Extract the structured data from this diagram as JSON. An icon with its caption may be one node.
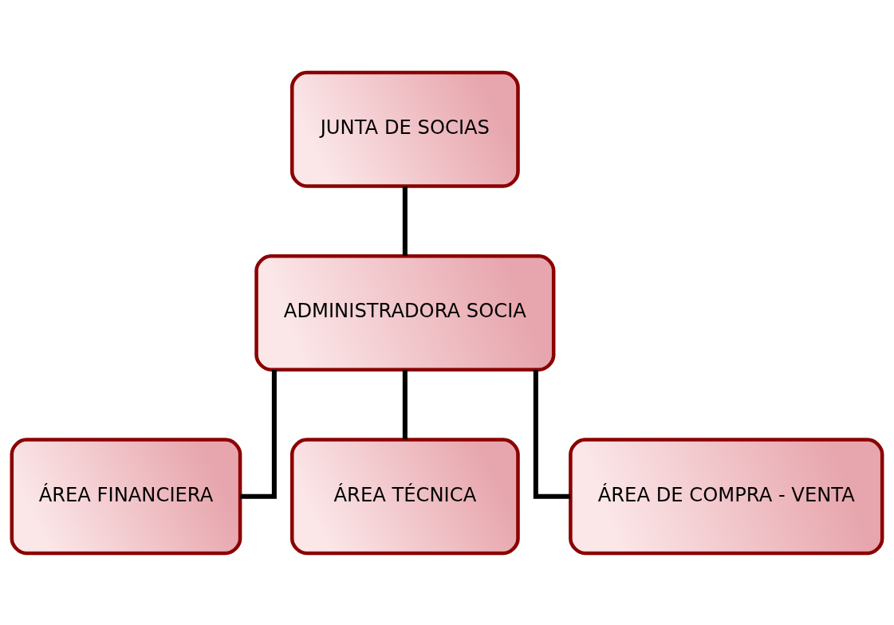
{
  "diagram": {
    "nodes": [
      {
        "text": [
          "JUNTA DE SOCIAS"
        ]
      },
      {
        "text": [
          "ADMINISTRADORA SOCIA"
        ]
      },
      {
        "text": [
          "ÁREA FINANCIERA"
        ]
      },
      {
        "text": [
          "ÁREA TÉCNICA"
        ]
      },
      {
        "text": [
          "ÁREA DE COMPRA - VENTA"
        ]
      }
    ],
    "edges": [
      {
        "from": 0,
        "to": 1,
        "arrow": "none"
      },
      {
        "from": 1,
        "to": 2,
        "arrow": "none"
      },
      {
        "from": 1,
        "to": 3,
        "arrow": "none"
      },
      {
        "from": 1,
        "to": 4,
        "arrow": "none"
      }
    ]
  }
}
